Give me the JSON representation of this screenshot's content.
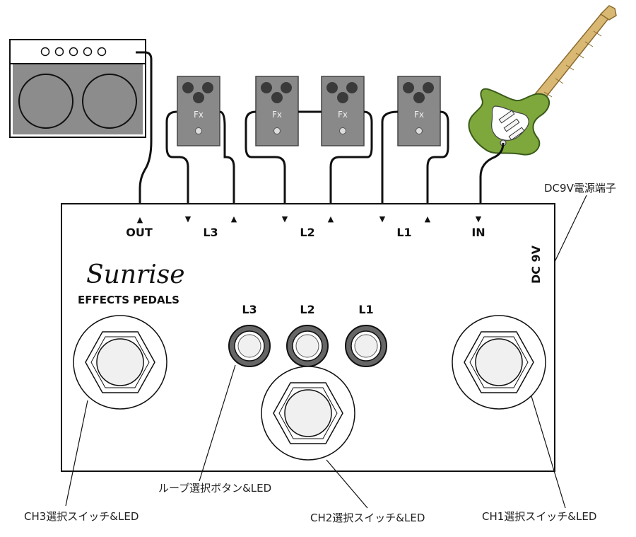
{
  "pedal": {
    "brand_name": "Sunrise",
    "brand_sub": "EFFECTS PEDALS",
    "dc_label": "DC 9V",
    "jacks": {
      "out": "OUT",
      "l3": "L3",
      "l2": "L2",
      "l1": "L1",
      "in": "IN"
    },
    "led_labels": [
      "L3",
      "L2",
      "L1"
    ]
  },
  "effects": {
    "fx_label": "Fx"
  },
  "annotations": {
    "dc_jack": "DC9V電源端子",
    "loop_buttons": "ループ選択ボタン&LED",
    "ch3": "CH3選択スイッチ&LED",
    "ch2": "CH2選択スイッチ&LED",
    "ch1": "CH1選択スイッチ&LED"
  },
  "arrows": {
    "up": "▲",
    "down": "▼"
  },
  "colors": {
    "amp_body": "#8c8c8c",
    "pedal_body": "#898989",
    "guitar_body": "#7ea83c",
    "neck": "#d9b873",
    "enclosure": "#ffffff",
    "led_ring": "#555555"
  }
}
